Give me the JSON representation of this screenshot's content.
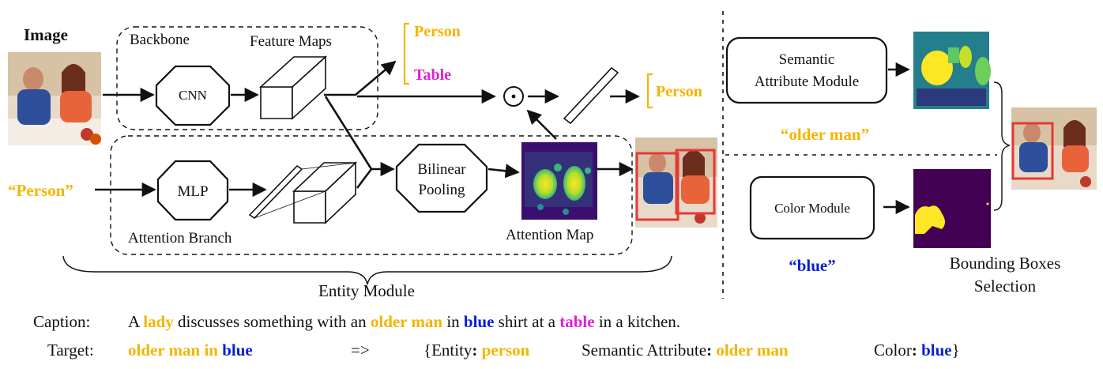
{
  "labels": {
    "image": "Image",
    "backbone": "Backbone",
    "feature_maps": "Feature Maps",
    "cnn": "CNN",
    "mlp": "MLP",
    "bilinear_pooling_1": "Bilinear",
    "bilinear_pooling_2": "Pooling",
    "attention_branch": "Attention Branch",
    "attention_map": "Attention Map",
    "entity_module": "Entity Module",
    "out_person": "Person",
    "out_table": "Table",
    "result_person": "Person",
    "query_person": "“Person”",
    "semantic_module_1": "Semantic",
    "semantic_module_2": "Attribute Module",
    "older_man_quote": "“older man”",
    "color_module": "Color Module",
    "blue_quote": "“blue”",
    "bbox_selection_1": "Bounding Boxes",
    "bbox_selection_2": "Selection",
    "odot": "⊙"
  },
  "caption": {
    "label": "Caption:",
    "p1": "A ",
    "lady": "lady",
    "p2": " discusses something with an ",
    "older_man": "older man",
    "p3": " in ",
    "blue": "blue",
    "p4": " shirt at a ",
    "table": "table",
    "p5": " in a kitchen."
  },
  "target": {
    "label": "Target:",
    "older_man_in": "older man in ",
    "blue": "blue",
    "arrow": "=>",
    "open": "{Entity",
    "colon1": ": ",
    "person": "person",
    "sem": "Semantic Attribute",
    "colon2": ": ",
    "older_man": "older man",
    "color": "Color",
    "colon3": ": ",
    "blue2": "blue",
    "close": "}"
  },
  "colors": {
    "yellow": "#f5b400",
    "magenta": "#e01fd1",
    "blue": "#0a1ed6",
    "heatmap_bg": "#3b0f6f",
    "heatmap_hot": "#e8e419"
  }
}
